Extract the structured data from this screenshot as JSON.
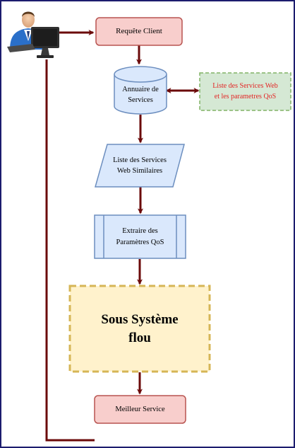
{
  "diagram": {
    "nodes": {
      "client_request": {
        "label": "Requête Client"
      },
      "service_directory": {
        "label": "Annuaire de\nServices"
      },
      "services_qos_list": {
        "label": "Liste des Services Web\net les parametres QoS"
      },
      "similar_services": {
        "label": "Liste des  Services\nWeb Similaires"
      },
      "extract_qos": {
        "label": "Extraire des\nParamètres QoS"
      },
      "fuzzy_subsystem": {
        "label": "Sous Système\nflou"
      },
      "best_service": {
        "label": "Meilleur Service"
      }
    },
    "colors": {
      "frame": "#1c1c6e",
      "arrow": "#6b0a0a",
      "request_fill": "#f8cecc",
      "request_stroke": "#b85450",
      "process_fill": "#dae8fc",
      "process_stroke": "#6c8ebf",
      "note_fill": "#d5e8d4",
      "note_stroke": "#82b366",
      "note_text": "#e32626",
      "fuzzy_fill": "#fff2cc",
      "fuzzy_stroke": "#d6b656"
    }
  }
}
